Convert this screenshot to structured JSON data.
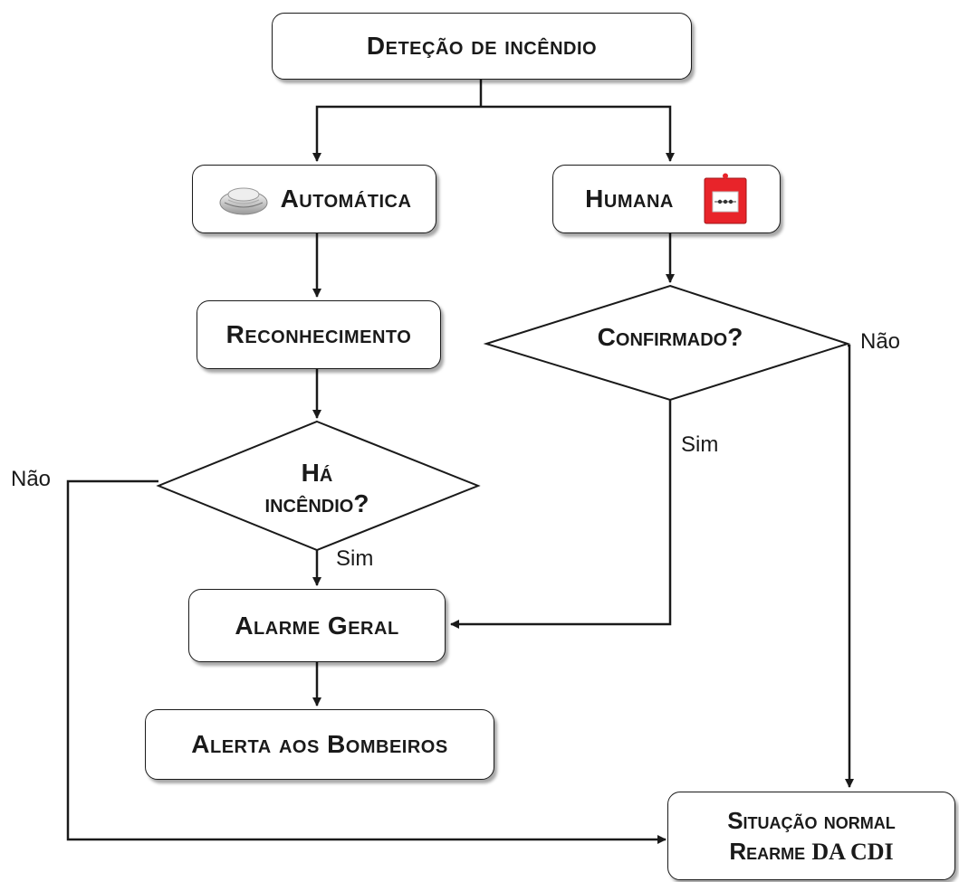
{
  "nodes": {
    "detection": "Deteção de incêndio",
    "automatic": "Automática",
    "human": "Humana",
    "recognition": "Reconhecimento",
    "confirmed": "Confirmado?",
    "fire_check_line1": "Há",
    "fire_check_line2": "incêndio?",
    "general_alarm": "Alarme Geral",
    "firefighter_alert": "Alerta aos Bombeiros",
    "normal_line1": "Situação normal",
    "normal_line2a": "Rearme",
    "normal_line2b": "DA CDI"
  },
  "edges": {
    "no_left": "Não",
    "no_right": "Não",
    "yes_fire": "Sim",
    "yes_confirmed": "Sim"
  },
  "icons": {
    "automatic": "smoke-detector-icon",
    "human": "manual-call-point-icon"
  },
  "colors": {
    "line": "#1a1a1a",
    "call_point": "#e8242a"
  }
}
